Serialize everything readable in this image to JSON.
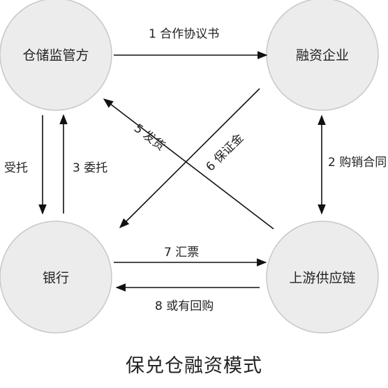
{
  "title": "保兑仓融资模式",
  "nodes": {
    "warehouse": "仓储监管方",
    "financing": "融资企业",
    "bank": "银行",
    "upstream": "上游供应链"
  },
  "edges": {
    "e1": "1 合作协议书",
    "e2": "2 购销合同",
    "e3": "3 委托",
    "e_entrust": "受托",
    "e5": "5 发货",
    "e6": "6 保证金",
    "e7": "7 汇票",
    "e8": "8 或有回购"
  },
  "colors": {
    "node_fill": "#ececec",
    "node_stroke": "#c8c8c8",
    "line": "#111111"
  }
}
